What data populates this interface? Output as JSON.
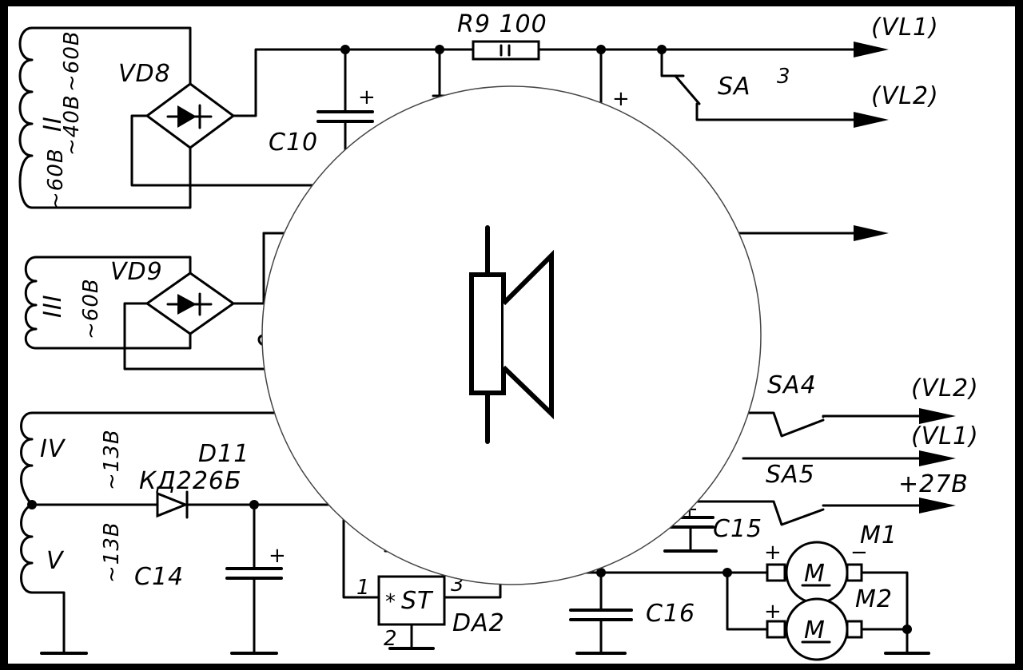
{
  "diagram": {
    "transformer": {
      "winding_ii": "II",
      "winding_ii_voltages": [
        "~60В",
        "~40В",
        "~60В"
      ],
      "winding_iii": "III",
      "winding_iii_voltage": "~60В",
      "winding_iv": "IV",
      "winding_iv_voltage": "~13В",
      "winding_v": "V",
      "winding_v_voltage": "~13В"
    },
    "components": {
      "vd8": "VD8",
      "vd9": "VD9",
      "c10": "C10",
      "r9": "R9 100",
      "sa3": "SA",
      "sa3_number": "3",
      "sa4": "SA4",
      "sa5": "SA5",
      "d11_name": "D11",
      "d11_type": "КД226Б",
      "c14": "C14",
      "c15": "C15",
      "c16": "C16",
      "da2": "DA2",
      "da2_body": "ST",
      "da2_marker": "*",
      "da2_pin1": "1",
      "da2_pin2": "2",
      "da2_pin3": "3",
      "m1": "M1",
      "m2": "M2",
      "motor_letter": "M"
    },
    "outputs": {
      "out_vl1_top": "(VL1)",
      "out_vl2_top": "(VL2)",
      "out_vl2_bottom": "(VL2)",
      "out_vl1_bottom": "(VL1)",
      "out_plus27": "+27В"
    },
    "polarity": {
      "plus": "+",
      "minus": "−"
    },
    "overlay": {
      "icon": "speaker-icon"
    }
  }
}
